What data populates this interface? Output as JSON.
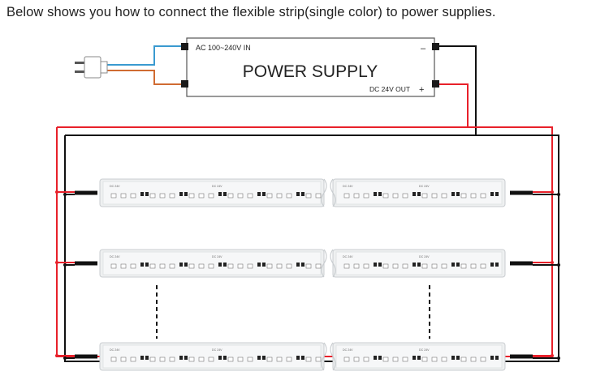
{
  "title": "Below shows you how to connect the flexible strip(single color) to power supplies.",
  "power_supply": {
    "label": "POWER SUPPLY",
    "input_label": "AC 100~240V IN",
    "output_label": "DC 24V OUT",
    "minus_sign": "–",
    "plus_sign": "+"
  },
  "strip": {
    "voltage_label": "DC 24V"
  },
  "colors": {
    "red_wire": "#e8202a",
    "black_wire": "#111111",
    "blue_wire": "#3a9ad0",
    "orange_wire": "#d06b32",
    "strip_fill": "#eef0f1",
    "strip_edge": "#c9cdd0"
  }
}
